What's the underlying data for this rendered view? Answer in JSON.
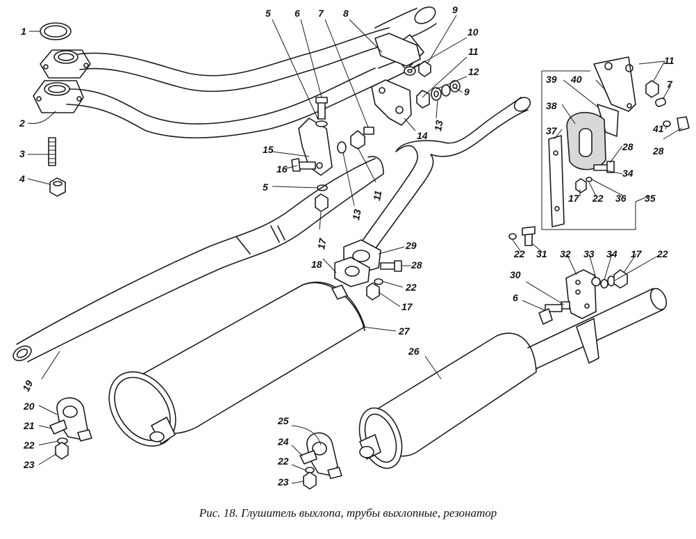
{
  "caption": "Рис. 18. Глушитель выхлопа, трубы выхлопные, резонатор",
  "callouts": [
    {
      "text": "1"
    },
    {
      "text": "2"
    },
    {
      "text": "3"
    },
    {
      "text": "4"
    },
    {
      "text": "5"
    },
    {
      "text": "6"
    },
    {
      "text": "7"
    },
    {
      "text": "8"
    },
    {
      "text": "9"
    },
    {
      "text": "10"
    },
    {
      "text": "11"
    },
    {
      "text": "12"
    },
    {
      "text": "9"
    },
    {
      "text": "13"
    },
    {
      "text": "14"
    },
    {
      "text": "11"
    },
    {
      "text": "13"
    },
    {
      "text": "15"
    },
    {
      "text": "16"
    },
    {
      "text": "5"
    },
    {
      "text": "17"
    },
    {
      "text": "18"
    },
    {
      "text": "19"
    },
    {
      "text": "29"
    },
    {
      "text": "28"
    },
    {
      "text": "22"
    },
    {
      "text": "17"
    },
    {
      "text": "27"
    },
    {
      "text": "26"
    },
    {
      "text": "20"
    },
    {
      "text": "21"
    },
    {
      "text": "22"
    },
    {
      "text": "23"
    },
    {
      "text": "25"
    },
    {
      "text": "24"
    },
    {
      "text": "22"
    },
    {
      "text": "23"
    },
    {
      "text": "39"
    },
    {
      "text": "40"
    },
    {
      "text": "11"
    },
    {
      "text": "7"
    },
    {
      "text": "38"
    },
    {
      "text": "41"
    },
    {
      "text": "28"
    },
    {
      "text": "37"
    },
    {
      "text": "28"
    },
    {
      "text": "34"
    },
    {
      "text": "17"
    },
    {
      "text": "22"
    },
    {
      "text": "36"
    },
    {
      "text": "35"
    },
    {
      "text": "22"
    },
    {
      "text": "31"
    },
    {
      "text": "32"
    },
    {
      "text": "33"
    },
    {
      "text": "34"
    },
    {
      "text": "17"
    },
    {
      "text": "22"
    },
    {
      "text": "30"
    },
    {
      "text": "6"
    }
  ]
}
